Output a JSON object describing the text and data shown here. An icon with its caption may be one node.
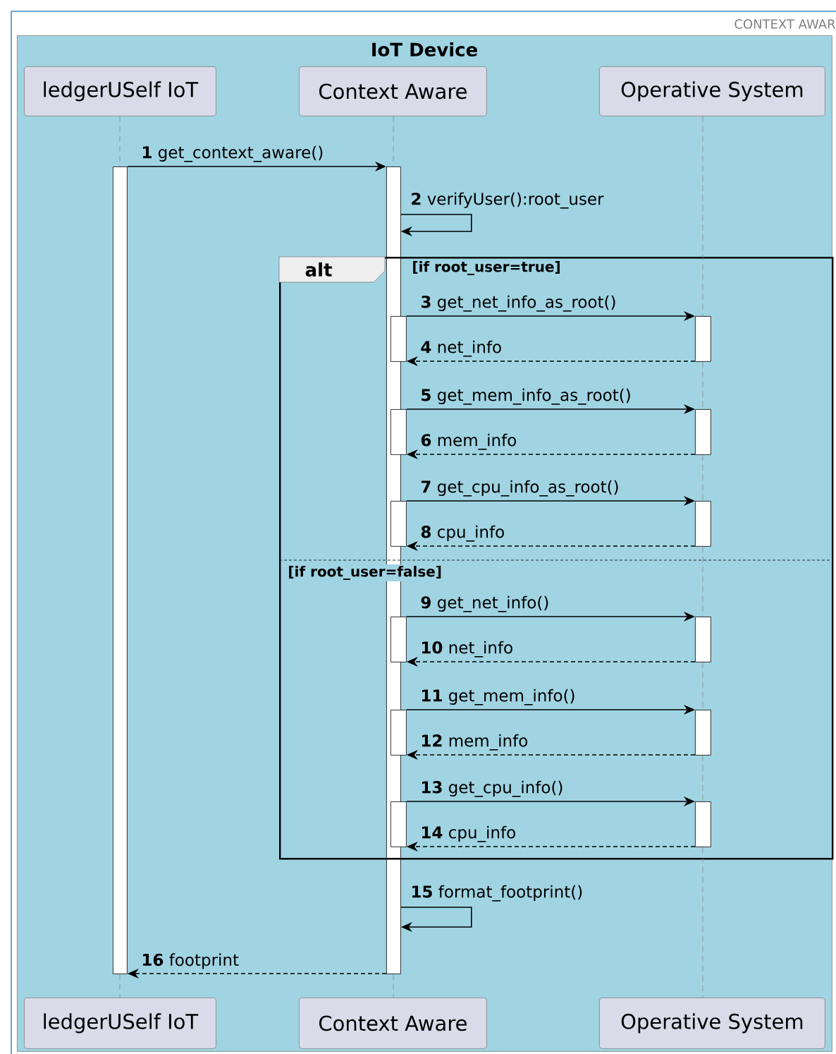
{
  "diagram": {
    "nodes": [
      {
        "text": [
          "IoT Device"
        ]
      },
      {
        "text": [
          "ledgerUSelf IoT"
        ],
        "in": 0
      },
      {
        "text": [
          "Context Aware"
        ],
        "in": 0
      },
      {
        "text": [
          "Operative System"
        ],
        "in": 0
      },
      {
        "text": [],
        "shape": "bar",
        "in": 0
      },
      {
        "text": [],
        "shape": "bar",
        "in": 0
      },
      {
        "text": [
          "alt",
          "[if root_user=true]",
          "[if root_user=false]"
        ],
        "in": 0
      },
      {
        "text": [],
        "shape": "bar",
        "in": 6
      },
      {
        "text": [],
        "shape": "bar",
        "in": 6
      },
      {
        "text": [],
        "shape": "bar",
        "in": 6
      },
      {
        "text": [],
        "shape": "bar",
        "in": 6
      },
      {
        "text": [],
        "shape": "bar",
        "in": 6
      },
      {
        "text": [],
        "shape": "bar",
        "in": 6
      },
      {
        "text": [],
        "shape": "bar",
        "in": 6
      },
      {
        "text": [],
        "shape": "bar",
        "in": 6
      },
      {
        "text": [],
        "shape": "bar",
        "in": 6
      },
      {
        "text": [],
        "shape": "bar",
        "in": 6
      },
      {
        "text": [],
        "shape": "bar",
        "in": 6
      },
      {
        "text": [],
        "shape": "bar",
        "in": 6
      },
      {
        "text": [
          "ledgerUSelf IoT"
        ],
        "in": 0
      },
      {
        "text": [
          "Context Aware"
        ],
        "in": 0
      },
      {
        "text": [
          "Operative System"
        ],
        "in": 0
      }
    ],
    "edges": [
      {
        "from": 4,
        "to": 5,
        "arrow": "to",
        "label": "**1** get_context_aware()"
      },
      {
        "from": 5,
        "to": 5,
        "arrow": "to",
        "label": "**2** verifyUser():root_user"
      },
      {
        "from": 7,
        "to": 8,
        "arrow": "to",
        "label": "**3** get_net_info_as_root()"
      },
      {
        "from": 8,
        "to": 7,
        "arrow": "to",
        "label": "**4** net_info",
        "style": "dashed"
      },
      {
        "from": 9,
        "to": 10,
        "arrow": "to",
        "label": "**5** get_mem_info_as_root()"
      },
      {
        "from": 10,
        "to": 9,
        "arrow": "to",
        "label": "**6** mem_info",
        "style": "dashed"
      },
      {
        "from": 11,
        "to": 12,
        "arrow": "to",
        "label": "**7** get_cpu_info_as_root()"
      },
      {
        "from": 12,
        "to": 11,
        "arrow": "to",
        "label": "**8** cpu_info",
        "style": "dashed"
      },
      {
        "from": 13,
        "to": 14,
        "arrow": "to",
        "label": "**9** get_net_info()"
      },
      {
        "from": 14,
        "to": 13,
        "arrow": "to",
        "label": "**10** net_info",
        "style": "dashed"
      },
      {
        "from": 15,
        "to": 16,
        "arrow": "to",
        "label": "**11** get_mem_info()"
      },
      {
        "from": 16,
        "to": 15,
        "arrow": "to",
        "label": "**12** mem_info",
        "style": "dashed"
      },
      {
        "from": 17,
        "to": 18,
        "arrow": "to",
        "label": "**13** get_cpu_info()"
      },
      {
        "from": 18,
        "to": 17,
        "arrow": "to",
        "label": "**14** cpu_info",
        "style": "dashed"
      },
      {
        "from": 5,
        "to": 5,
        "arrow": "to",
        "label": "**15** format_footprint()"
      },
      {
        "from": 5,
        "to": 4,
        "arrow": "to",
        "label": "**16** footprint",
        "style": "dashed"
      },
      {
        "from": 1,
        "to": 4,
        "arrow": "none",
        "style": "dashed",
        "color": "#888888"
      },
      {
        "from": 4,
        "to": 19,
        "arrow": "none",
        "style": "dashed",
        "color": "#888888"
      },
      {
        "from": 2,
        "to": 5,
        "arrow": "none",
        "style": "dashed",
        "color": "#888888"
      },
      {
        "from": 5,
        "to": 20,
        "arrow": "none",
        "style": "dashed",
        "color": "#888888"
      },
      {
        "from": 3,
        "to": 8,
        "arrow": "none",
        "style": "dashed",
        "color": "#888888"
      },
      {
        "from": 8,
        "to": 10,
        "arrow": "none",
        "style": "dashed",
        "color": "#888888"
      },
      {
        "from": 10,
        "to": 12,
        "arrow": "none",
        "style": "dashed",
        "color": "#888888"
      },
      {
        "from": 12,
        "to": 14,
        "arrow": "none",
        "style": "dashed",
        "color": "#888888"
      },
      {
        "from": 14,
        "to": 16,
        "arrow": "none",
        "style": "dashed",
        "color": "#888888"
      },
      {
        "from": 16,
        "to": 18,
        "arrow": "none",
        "style": "dashed",
        "color": "#888888"
      },
      {
        "from": 18,
        "to": 21,
        "arrow": "none",
        "style": "dashed",
        "color": "#888888"
      }
    ],
    "labels": [
      "CONTEXT AWAR"
    ]
  }
}
